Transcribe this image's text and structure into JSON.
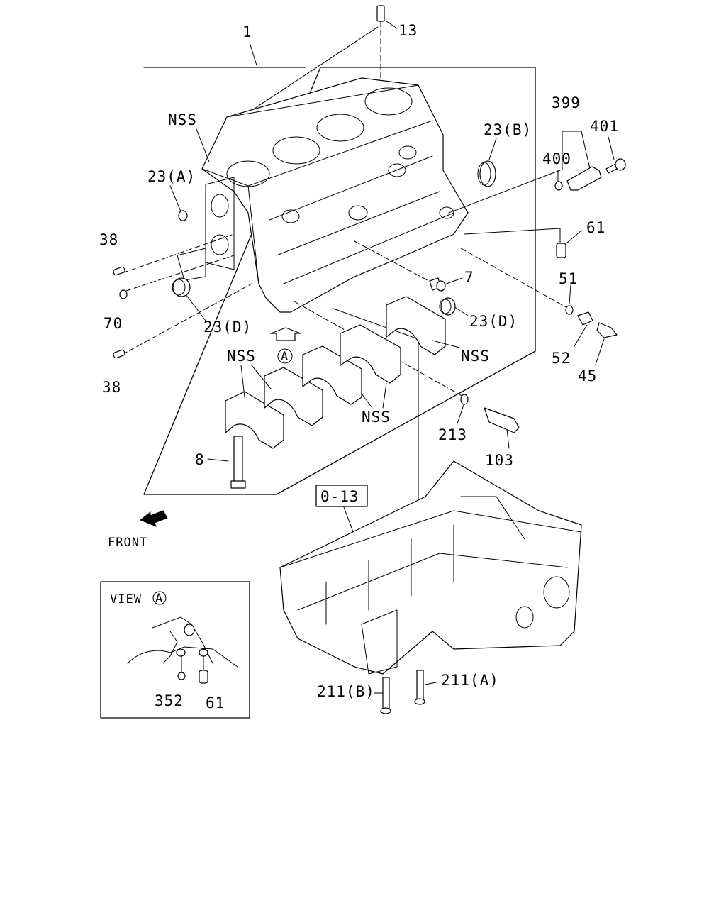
{
  "labels": {
    "l1": "1",
    "l13": "13",
    "nss_top": "NSS",
    "l23a": "23(A)",
    "l23b": "23(B)",
    "l399": "399",
    "l400": "400",
    "l401": "401",
    "l61": "61",
    "l38a": "38",
    "l70": "70",
    "l38b": "38",
    "l23d_left": "23(D)",
    "l7": "7",
    "l23d_right": "23(D)",
    "l51": "51",
    "l52": "52",
    "l45": "45",
    "nss_caps_left": "NSS",
    "nss_caps_right": "NSS",
    "nss_caps_mid": "NSS",
    "view_marker": "A",
    "l213": "213",
    "l103": "103",
    "l8": "8",
    "ref_box": "0-13",
    "front": "FRONT",
    "view_title": "VIEW",
    "view_circle": "A",
    "l352": "352",
    "l61_view": "61",
    "l211b": "211(B)",
    "l211a": "211(A)"
  },
  "icons": [
    "front-arrow-icon",
    "view-direction-arrow-icon"
  ]
}
